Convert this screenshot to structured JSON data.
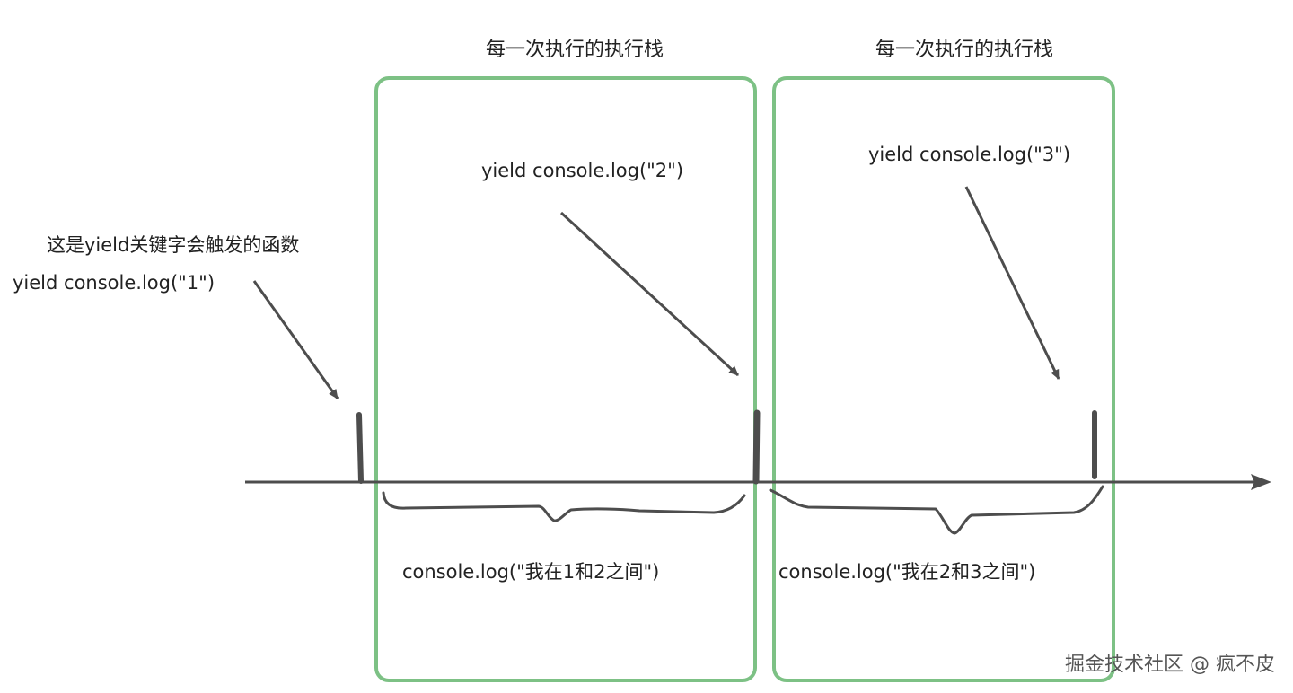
{
  "colors": {
    "stack_border": "#7dc185",
    "stroke": "#4d4d4d",
    "text": "#222222",
    "watermark": "#555555"
  },
  "stacks": [
    {
      "title": "每一次执行的执行栈",
      "yield_label": "yield console.log(\"2\")",
      "between_label": "console.log(\"我在1和2之间\")"
    },
    {
      "title": "每一次执行的执行栈",
      "yield_label": "yield console.log(\"3\")",
      "between_label": "console.log(\"我在2和3之间\")"
    }
  ],
  "first_yield": {
    "caption": "这是yield关键字会触发的函数",
    "label": "yield console.log(\"1\")"
  },
  "watermark": "掘金技术社区 @ 疯不皮"
}
